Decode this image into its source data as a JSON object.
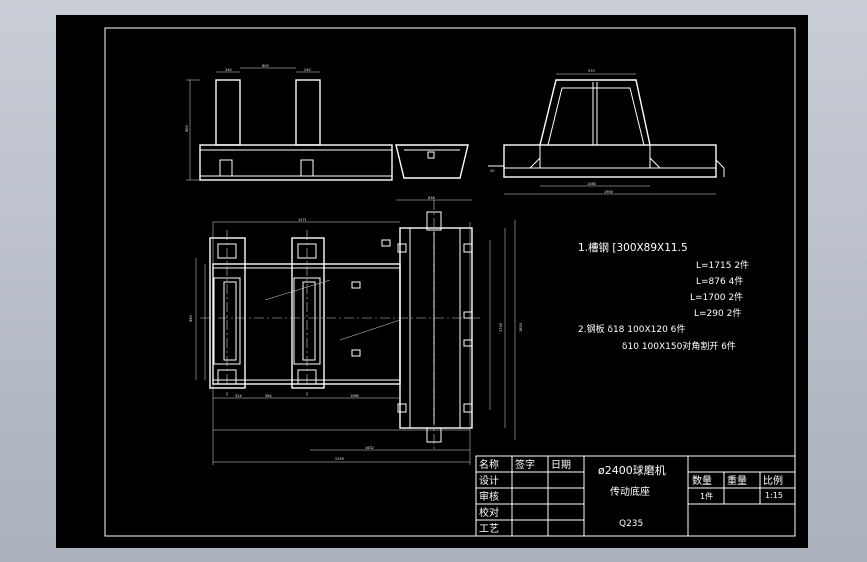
{
  "notes": {
    "line1": "1.槽钢 [300X89X11.5",
    "line2": "L=1715  2件",
    "line3": "L=876   4件",
    "line4": "L=1700   2件",
    "line5": "L=290   2件",
    "line6": "2.钢板  δ18           100X120   6件",
    "line7": "δ10 100X150对角割开  6件"
  },
  "title_block": {
    "h_name": "名称",
    "h_sign": "签字",
    "h_date": "日期",
    "r_design": "设计",
    "r_review": "审核",
    "r_check": "校对",
    "r_process": "工艺",
    "title": "ø2400球磨机",
    "subtitle": "传动底座",
    "material": "Q235",
    "h_qty": "数量",
    "h_weight": "重量",
    "h_scale": "比例",
    "qty": "1件",
    "scale": "1:15"
  }
}
